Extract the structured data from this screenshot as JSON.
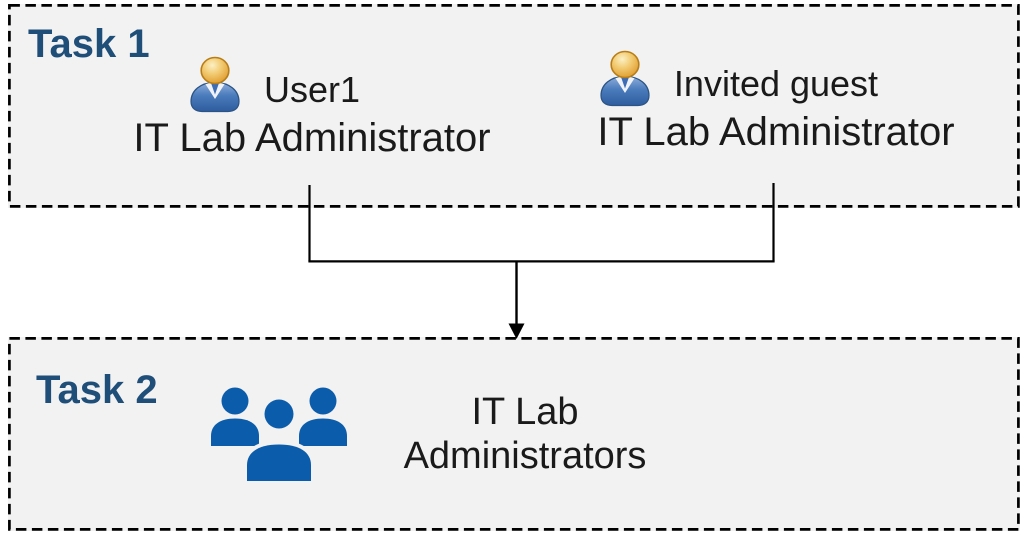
{
  "task1": {
    "title": "Task 1",
    "personas": [
      {
        "icon": "person-icon",
        "name": "User1",
        "role": "IT Lab Administrator"
      },
      {
        "icon": "person-icon",
        "name": "Invited guest",
        "role": "IT Lab Administrator"
      }
    ]
  },
  "task2": {
    "title": "Task 2",
    "group": {
      "icon": "people-group-icon",
      "name": "IT Lab Administrators"
    }
  },
  "connector": {
    "type": "merge-arrow",
    "from": [
      "task1.personas.0",
      "task1.personas.1"
    ],
    "to": "task2.group"
  },
  "colors": {
    "task_title": "#1F4E79",
    "box_background": "#F2F2F2",
    "box_border": "#000000",
    "connector_line": "#000000",
    "body_text": "#1A1A1A",
    "group_icon_blue": "#0B5CAB",
    "person_icon_head_gold": "#E8A33D",
    "person_icon_body_blue": "#3E6DB5"
  }
}
